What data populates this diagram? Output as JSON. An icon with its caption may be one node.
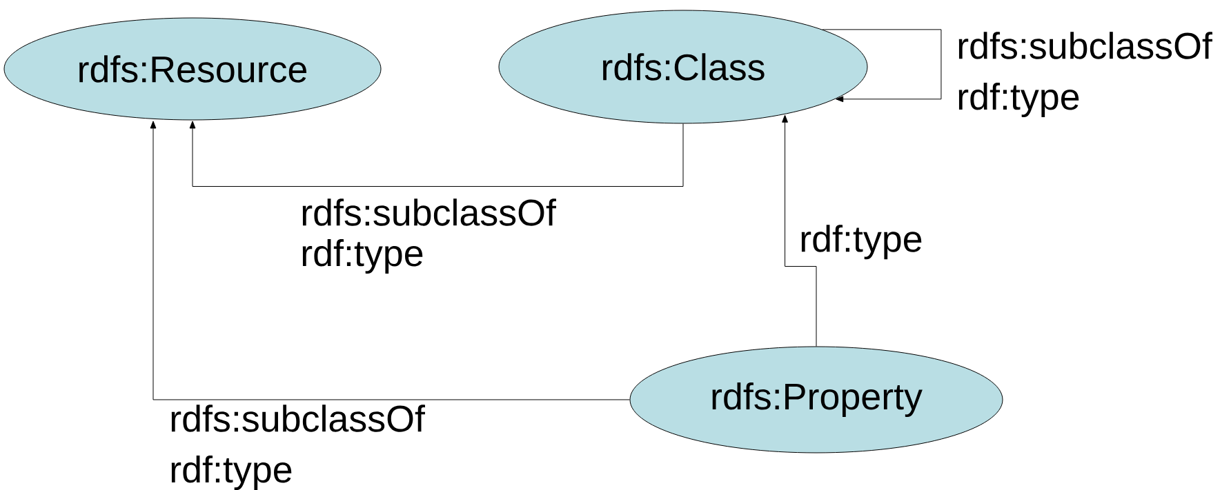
{
  "diagram": {
    "nodes": [
      {
        "text": [
          "rdfs:Resource"
        ]
      },
      {
        "text": [
          "rdfs:Class"
        ]
      },
      {
        "text": [
          "rdfs:Property"
        ]
      }
    ],
    "edges": [
      {
        "from": 1,
        "to": 1,
        "arrow": "to",
        "label": "rdfs:subclassOf rdf:type"
      },
      {
        "from": 1,
        "to": 0,
        "arrow": "to",
        "label": "rdfs:subclassOf rdf:type"
      },
      {
        "from": 2,
        "to": 1,
        "arrow": "to",
        "label": "rdf:type"
      },
      {
        "from": 2,
        "to": 0,
        "arrow": "to",
        "label": "rdfs:subclassOf rdf:type"
      }
    ]
  }
}
